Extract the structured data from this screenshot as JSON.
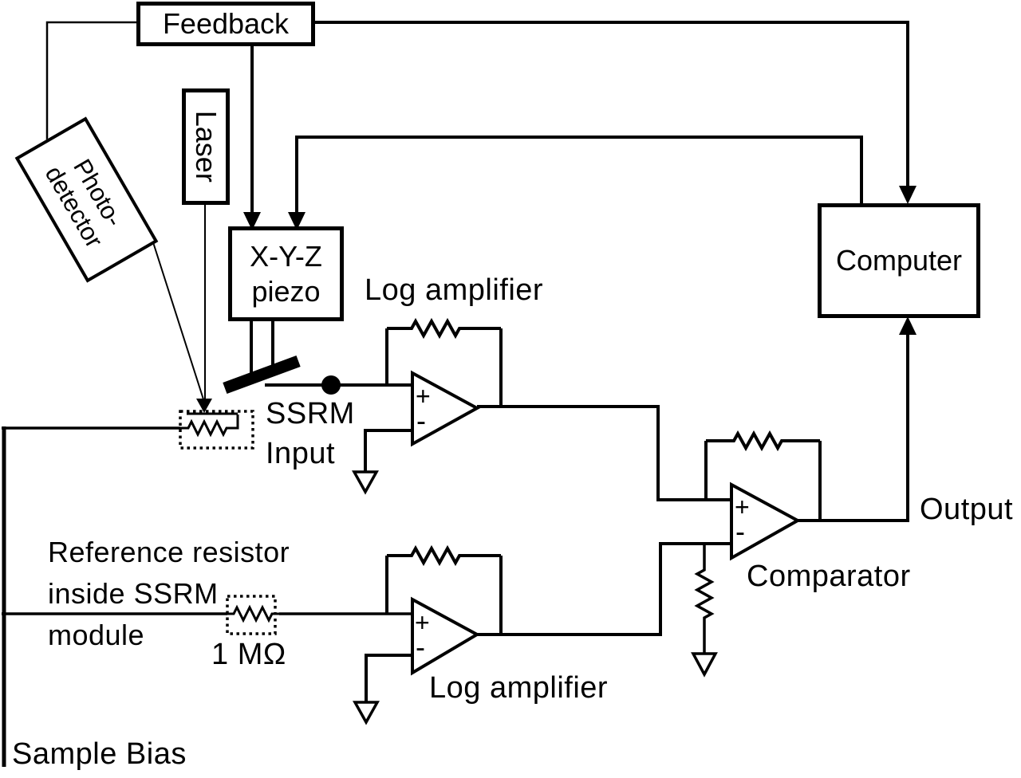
{
  "boxes": {
    "feedback": "Feedback",
    "laser": "Laser",
    "photodetector_line1": "Photo-",
    "photodetector_line2": "detector",
    "xyz_piezo_line1": "X-Y-Z",
    "xyz_piezo_line2": "piezo",
    "computer": "Computer"
  },
  "labels": {
    "log_amplifier_top": "Log amplifier",
    "log_amplifier_bottom": "Log amplifier",
    "ssrm_input_line1": "SSRM",
    "ssrm_input_line2": "Input",
    "reference_resistor_line1": "Reference resistor",
    "reference_resistor_line2": "inside SSRM",
    "reference_resistor_line3": "module",
    "resistor_value": "1 MΩ",
    "comparator": "Comparator",
    "output": "Output",
    "sample_bias": "Sample Bias"
  },
  "opamp": {
    "plus": "+",
    "minus": "-"
  },
  "colors": {
    "line": "#000000",
    "background": "#ffffff"
  }
}
